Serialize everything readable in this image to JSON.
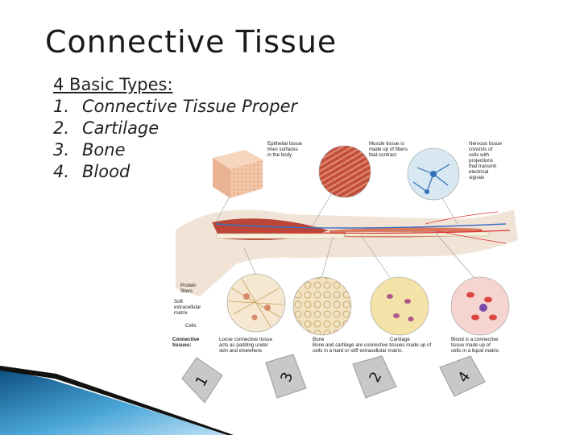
{
  "slide": {
    "title": "Connective Tissue",
    "list_heading": "4 Basic Types:",
    "items": [
      {
        "num": "1.",
        "label": "Connective Tissue Proper"
      },
      {
        "num": "2.",
        "label": "Cartilage"
      },
      {
        "num": "3.",
        "label": "Bone"
      },
      {
        "num": "4.",
        "label": "Blood"
      }
    ]
  },
  "figure": {
    "epithelial": [
      "Epithelial tissue",
      "lines surfaces",
      "in the body"
    ],
    "muscle": [
      "Muscle tissue is",
      "made up of fibers",
      "that contract"
    ],
    "nervous": [
      "Nervous tissue",
      "consists of",
      "cells with",
      "projections",
      "that transmit",
      "electrical",
      "signals"
    ],
    "protein_fibers": [
      "Protein",
      "fibers"
    ],
    "soft_matrix": [
      "Soft",
      "extracellular",
      "matrix"
    ],
    "cells": "Cells",
    "connective_tissues": [
      "Connective",
      "tissues:"
    ],
    "loose": [
      "Loose connective tissue",
      "acts as padding under",
      "skin and elsewhere."
    ],
    "bone_cartilage": [
      "Bone",
      "Bone and cartilage are connective tissues made up of",
      "cells in a hard or stiff extracellular matrix."
    ],
    "cartilage": "Cartilage",
    "blood": [
      "Blood is a connective",
      "tissue made up of",
      "cells in a liquid matrix."
    ]
  },
  "tags": [
    "1",
    "3",
    "2",
    "4"
  ],
  "colors": {
    "accent_blue": "#1f6fa8",
    "tag_gray": "#c8c8c8"
  }
}
